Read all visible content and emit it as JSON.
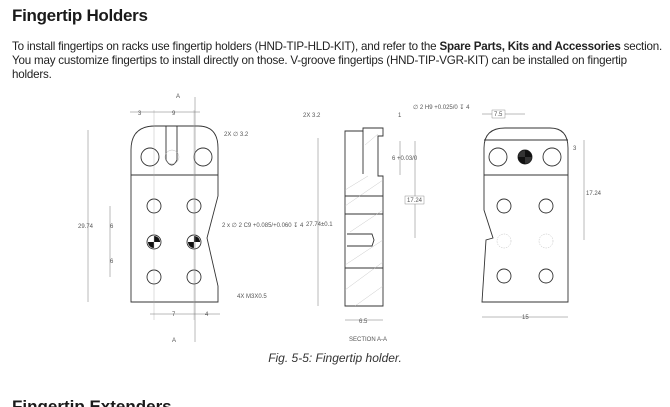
{
  "heading": "Fingertip Holders",
  "paragraph": {
    "part1": "To install fingertips on racks use fingertip holders (HND-TIP-HLD-KIT), and refer to the ",
    "link": "Spare Parts, Kits and Accessories",
    "part2": " section. You may customize fingertips to install directly on those. V-groove fingertips (HND-TIP-VGR-KIT) can be installed on fingertip holders."
  },
  "figure": {
    "caption": "Fig. 5-5: Fingertip holder.",
    "front": {
      "section_marker": "A",
      "dim_3": "3",
      "dim_9": "9",
      "holes": "2X ∅ 3.2",
      "height": "29.74",
      "pitch1": "6",
      "pitch2": "6",
      "pin_holes": "2 x ∅ 2 C9 +0.085/+0.060 ↧ 4",
      "threads": "4X M3X0.5",
      "dim_7": "7",
      "dim_4": "4"
    },
    "section": {
      "dim_2x32": "2X 3.2",
      "dim_1": "1",
      "dim_6tol": "6 +0.03/0",
      "dim_1724": "17.24",
      "height": "27.74±0.1",
      "width": "6.5",
      "label": "SECTION A-A",
      "hole_callout": "∅ 2 H9 +0.025/0 ↧ 4"
    },
    "back": {
      "dim_75": "7.5",
      "dim_3": "3",
      "dim_1724": "17.24",
      "width": "15"
    }
  },
  "next_heading": "Fingertip Extenders"
}
